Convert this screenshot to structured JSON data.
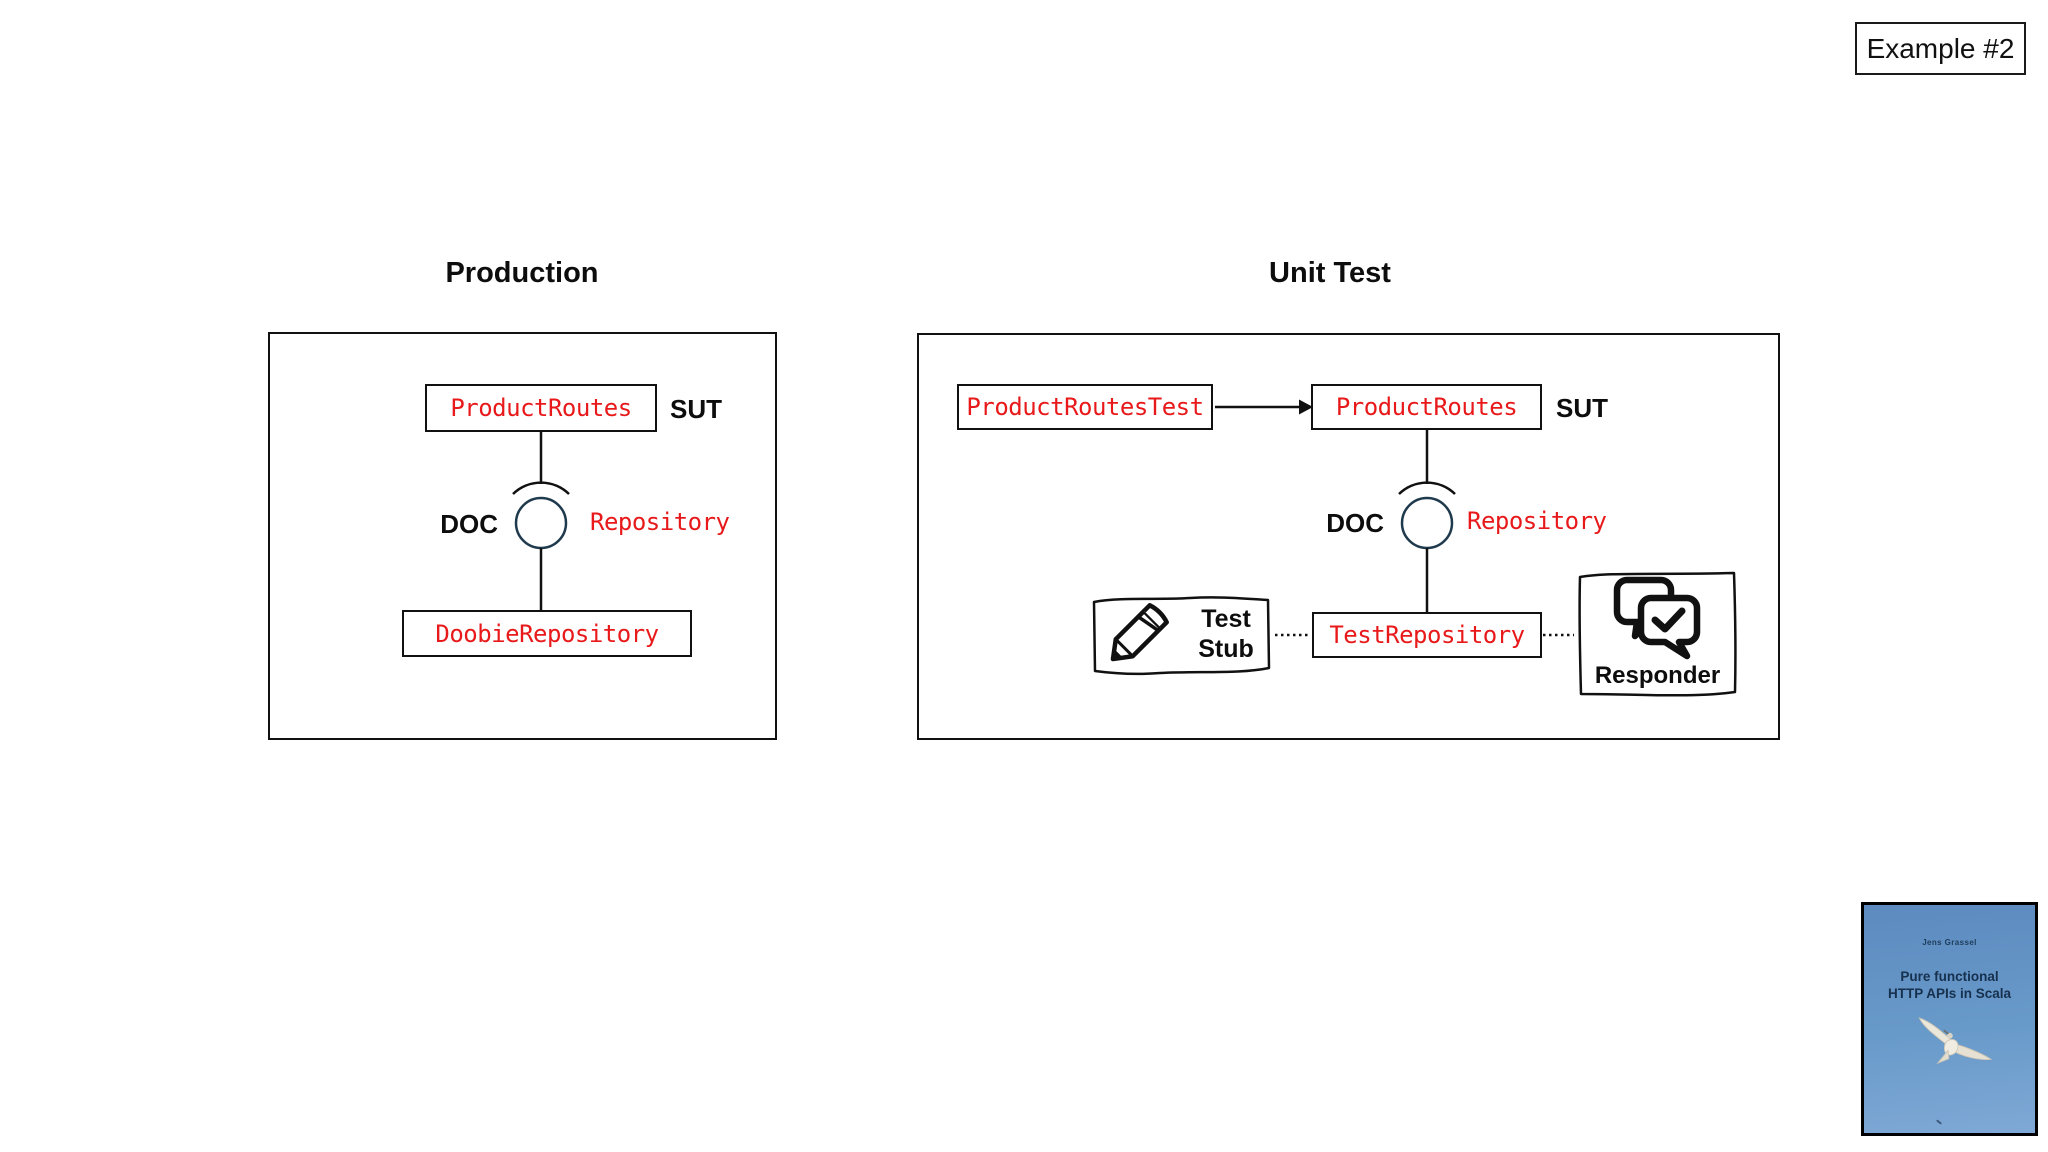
{
  "slide": {
    "badge": "Example #2"
  },
  "production": {
    "title": "Production",
    "sut_component": "ProductRoutes",
    "sut_role": "SUT",
    "doc_role": "DOC",
    "interface_name": "Repository",
    "doc_component": "DoobieRepository"
  },
  "unit_test": {
    "title": "Unit Test",
    "test_component": "ProductRoutesTest",
    "sut_component": "ProductRoutes",
    "sut_role": "SUT",
    "doc_role": "DOC",
    "interface_name": "Repository",
    "doc_component": "TestRepository",
    "stub_line1": "Test",
    "stub_line2": "Stub",
    "responder_label": "Responder"
  },
  "book_cover": {
    "author": "Jens Grassel",
    "title_line1": "Pure functional",
    "title_line2": "HTTP APIs in Scala"
  },
  "icons": {
    "stub_icon": "pencil-icon",
    "responder_icon": "chat-bubbles-check-icon",
    "book_image": "seagull-photo"
  },
  "colors": {
    "component_text": "#e8191a",
    "interface_ball_stroke": "#1e3a4c",
    "diagram_line": "#111111",
    "book_bg_top": "#5d8ac0",
    "book_bg_bottom": "#7fa8d6",
    "book_title_text": "#16304e"
  }
}
